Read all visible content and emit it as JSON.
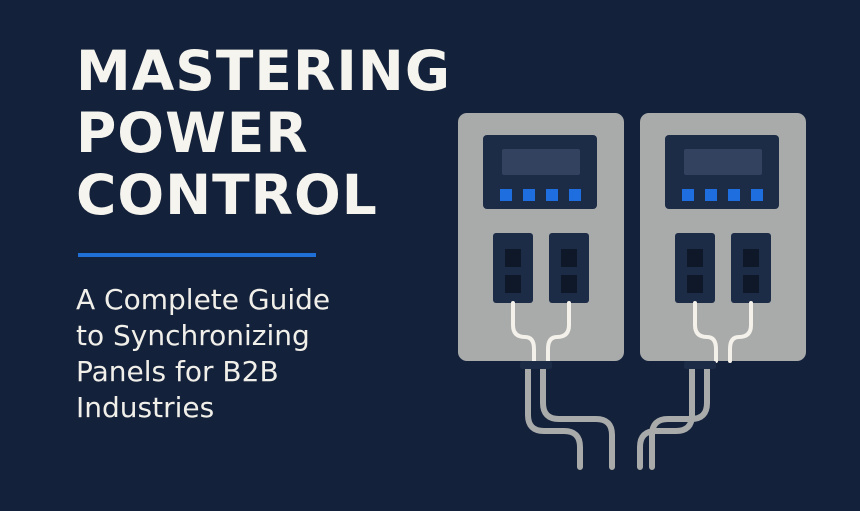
{
  "headline": {
    "lines": [
      "MASTERING",
      "POWER",
      "CONTROL"
    ]
  },
  "subtitle": {
    "lines": [
      "A Complete Guide",
      "to Synchronizing",
      "Panels for B2B",
      "Industries"
    ]
  },
  "colors": {
    "background": "#13213a",
    "accent": "#1f6fd6",
    "panel": "#a9abab",
    "text": "#f6f4ee"
  },
  "illustration": {
    "icon": "dual-power-panel-icon",
    "panels": [
      {
        "name": "left-panel",
        "indicators": 4,
        "breakers": 2
      },
      {
        "name": "right-panel",
        "indicators": 4,
        "breakers": 2
      }
    ]
  }
}
